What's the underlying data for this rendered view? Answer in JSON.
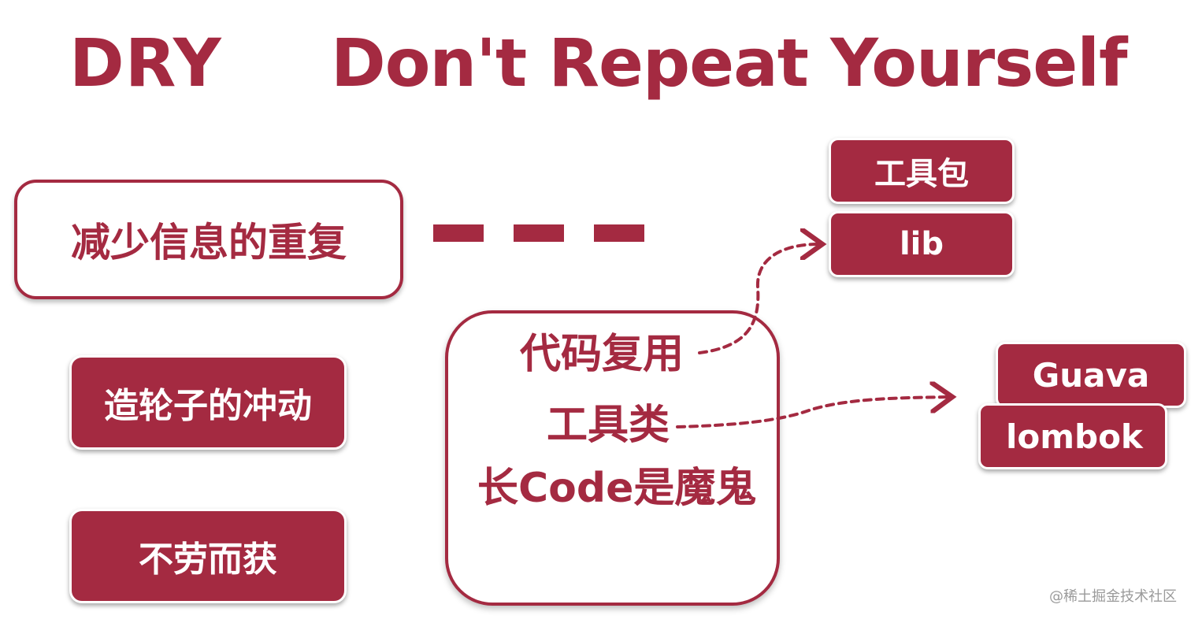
{
  "title": {
    "acronym": "DRY",
    "full": "Don't Repeat Yourself"
  },
  "left": {
    "reduce_duplication": "减少信息的重复",
    "reinvent_wheel": "造轮子的冲动",
    "free_lunch": "不劳而获"
  },
  "center": {
    "code_reuse": "代码复用",
    "utility_class": "工具类",
    "long_code": "长Code是魔鬼"
  },
  "right": {
    "toolkit": "工具包",
    "lib": "lib",
    "guava": "Guava",
    "lombok": "lombok"
  },
  "watermark": "@稀土掘金技术社区",
  "colors": {
    "accent": "#a42a41",
    "background": "#ffffff",
    "watermark": "#9a9a9a"
  }
}
